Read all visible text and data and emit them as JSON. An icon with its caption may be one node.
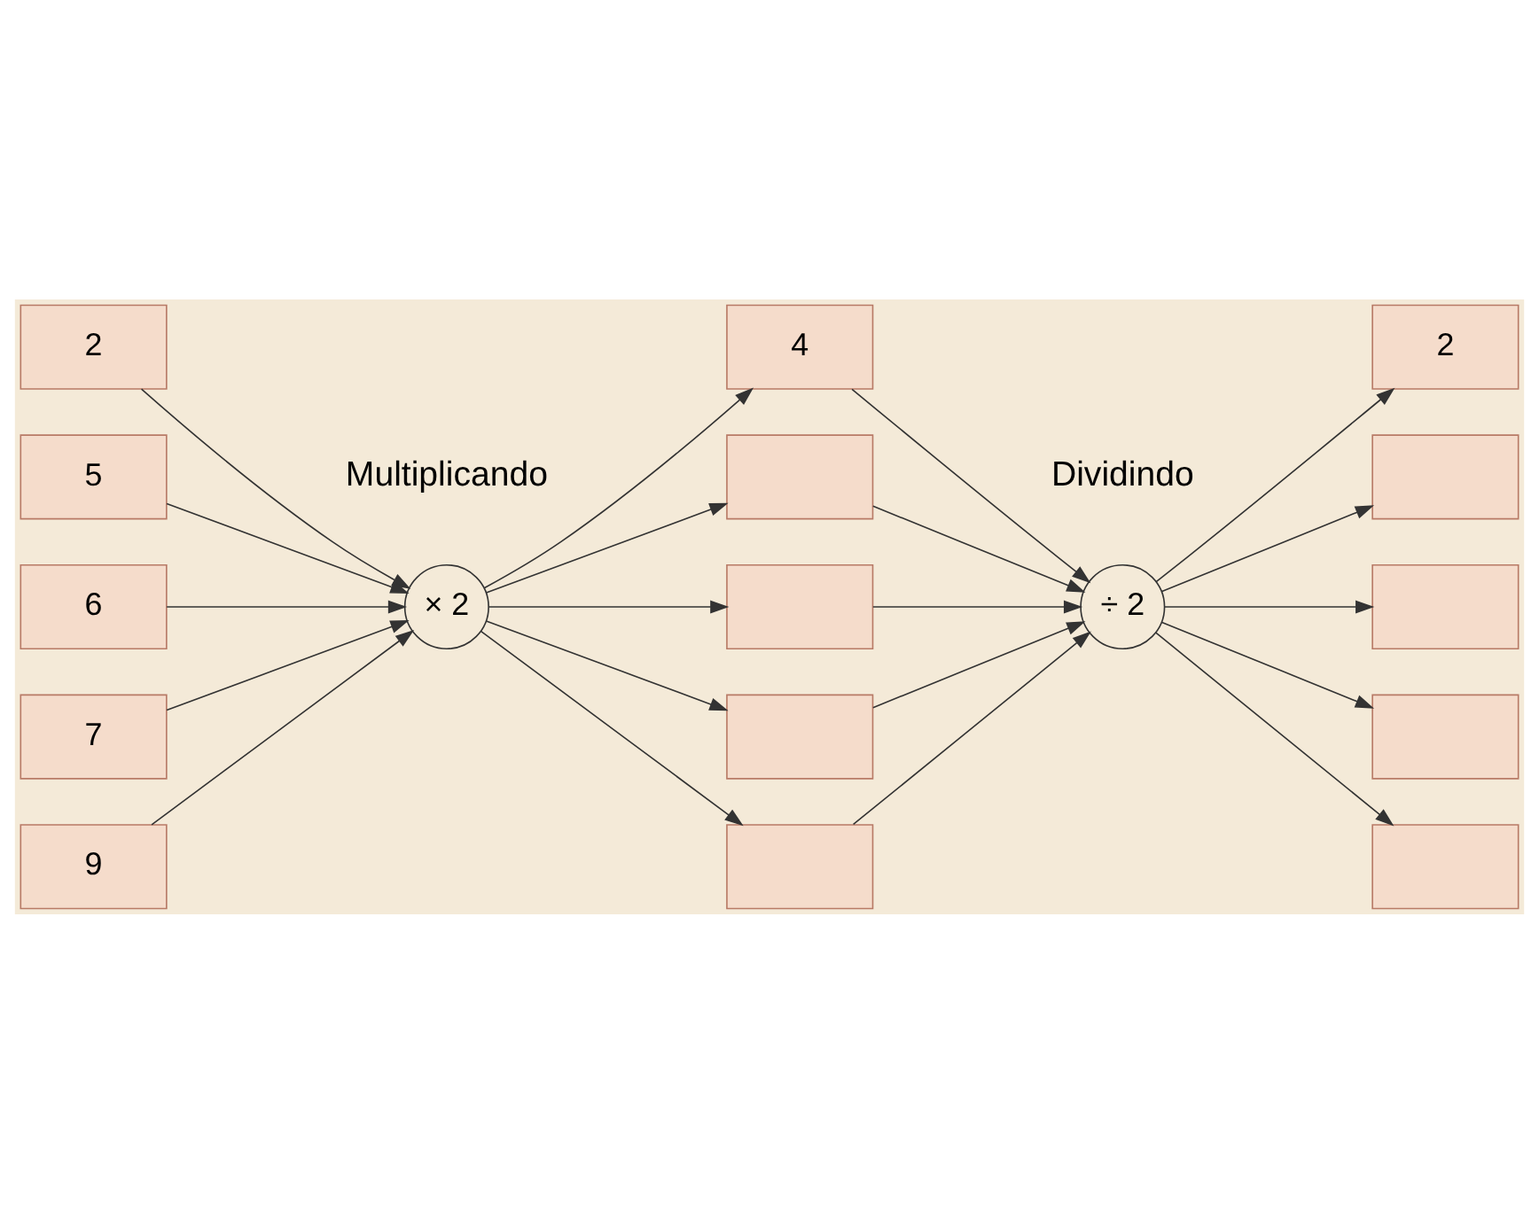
{
  "diagram": {
    "nodes": [
      {
        "text": [
          "2"
        ]
      },
      {
        "text": [
          "5"
        ]
      },
      {
        "text": [
          "6"
        ]
      },
      {
        "text": [
          "7"
        ]
      },
      {
        "text": [
          "9"
        ]
      },
      {
        "text": [
          "× 2"
        ]
      },
      {
        "text": [
          "4"
        ]
      },
      {
        "text": [],
        "shape": "box"
      },
      {
        "text": [],
        "shape": "box"
      },
      {
        "text": [],
        "shape": "box"
      },
      {
        "text": [],
        "shape": "box"
      },
      {
        "text": [
          "÷ 2"
        ]
      },
      {
        "text": [
          "2"
        ]
      },
      {
        "text": [],
        "shape": "box"
      },
      {
        "text": [],
        "shape": "box"
      },
      {
        "text": [],
        "shape": "box"
      },
      {
        "text": [],
        "shape": "box"
      }
    ],
    "edges": [
      {
        "from": 0,
        "to": 5,
        "arrow": "to"
      },
      {
        "from": 1,
        "to": 5,
        "arrow": "to"
      },
      {
        "from": 2,
        "to": 5,
        "arrow": "to"
      },
      {
        "from": 3,
        "to": 5,
        "arrow": "to"
      },
      {
        "from": 4,
        "to": 5,
        "arrow": "to"
      },
      {
        "from": 5,
        "to": 6,
        "arrow": "to"
      },
      {
        "from": 5,
        "to": 7,
        "arrow": "to"
      },
      {
        "from": 5,
        "to": 8,
        "arrow": "to"
      },
      {
        "from": 5,
        "to": 9,
        "arrow": "to"
      },
      {
        "from": 5,
        "to": 10,
        "arrow": "to"
      },
      {
        "from": 6,
        "to": 11,
        "arrow": "to"
      },
      {
        "from": 7,
        "to": 11,
        "arrow": "to"
      },
      {
        "from": 8,
        "to": 11,
        "arrow": "to"
      },
      {
        "from": 9,
        "to": 11,
        "arrow": "to"
      },
      {
        "from": 10,
        "to": 11,
        "arrow": "to"
      },
      {
        "from": 11,
        "to": 12,
        "arrow": "to"
      },
      {
        "from": 11,
        "to": 13,
        "arrow": "to"
      },
      {
        "from": 11,
        "to": 14,
        "arrow": "to"
      },
      {
        "from": 11,
        "to": 15,
        "arrow": "to"
      },
      {
        "from": 11,
        "to": 16,
        "arrow": "to"
      }
    ],
    "labels": [
      "Multiplicando",
      "Dividindo"
    ]
  }
}
